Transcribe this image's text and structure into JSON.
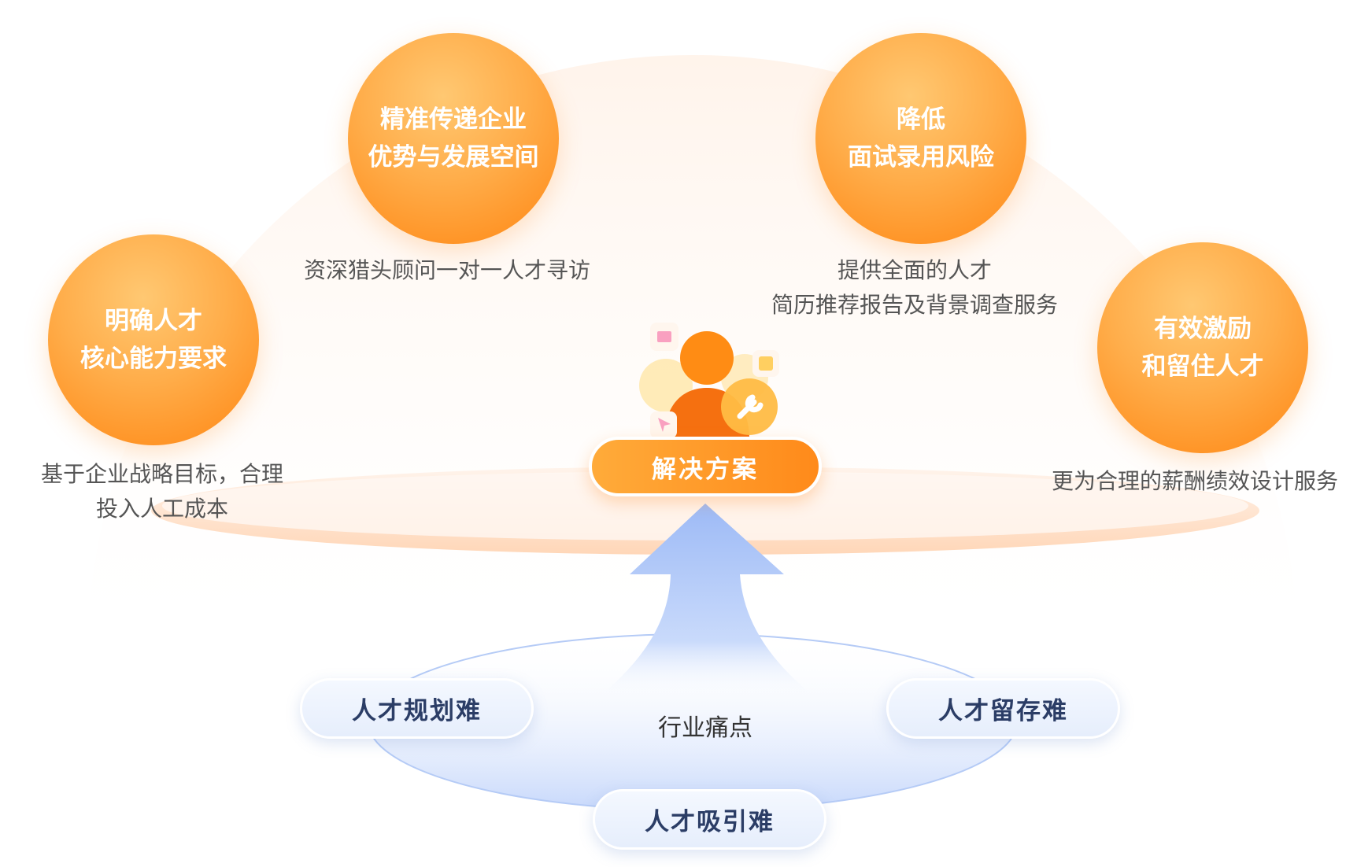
{
  "benefits": [
    {
      "lines": [
        "精准传递企业",
        "优势与发展空间"
      ],
      "caption": [
        "资深猎头顾问一对一人才寻访"
      ]
    },
    {
      "lines": [
        "降低",
        "面试录用风险"
      ],
      "caption": [
        "提供全面的人才",
        "简历推荐报告及背景调查服务"
      ]
    },
    {
      "lines": [
        "明确人才",
        "核心能力要求"
      ],
      "caption": [
        "基于企业战略目标，合理",
        "投入人工成本"
      ]
    },
    {
      "lines": [
        "有效激励",
        "和留住人才"
      ],
      "caption": [
        "更为合理的薪酬绩效设计服务"
      ]
    }
  ],
  "solution_label": "解决方案",
  "pain_points": {
    "title": "行业痛点",
    "items": [
      "人才规划难",
      "人才留存难",
      "人才吸引难"
    ]
  },
  "colors": {
    "orange": "#ff9426",
    "blue": "#a9c3f5",
    "text": "#555555",
    "pill_text": "#2b3d66"
  }
}
